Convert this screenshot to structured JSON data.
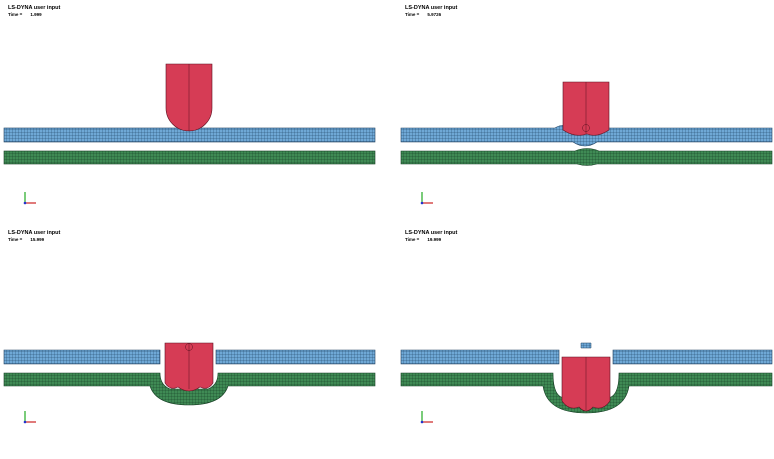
{
  "viewer": {
    "app": "LS-DYNA",
    "panels": [
      {
        "title": "LS-DYNA user input",
        "time_label": "Time =",
        "time_value": "1.999"
      },
      {
        "title": "LS-DYNA user input",
        "time_label": "Time =",
        "time_value": "5.9726"
      },
      {
        "title": "LS-DYNA user input",
        "time_label": "Time =",
        "time_value": "15.999"
      },
      {
        "title": "LS-DYNA user input",
        "time_label": "Time =",
        "time_value": "19.999"
      }
    ]
  },
  "colors": {
    "projectile": "#d63c55",
    "upper_plate": "#6fa8d6",
    "upper_plate_mesh": "#1d3e5e",
    "lower_plate": "#3f8a54",
    "lower_plate_mesh": "#143b22",
    "axis_x": "#cc2222",
    "axis_y": "#22aa22",
    "axis_z": "#2233cc"
  },
  "icons": [
    "axis-triad-icon"
  ]
}
